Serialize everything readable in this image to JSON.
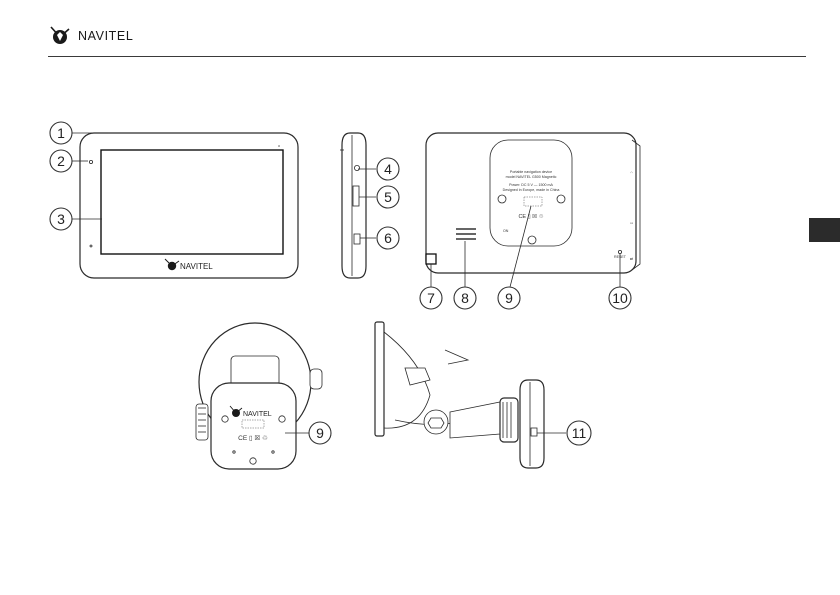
{
  "header": {
    "brand": "NAVITEL",
    "logo_icon": "navitel-logo-icon"
  },
  "device": {
    "screen_logo": "NAVITEL",
    "label_lines": [
      "Portable navigation device",
      "model NAVITEL G500 Magnetic",
      "Power: DC 5 V — 1500 mA",
      "Designed in Europe, made in China"
    ],
    "mount_logo": "NAVITEL"
  },
  "callouts": [
    "1",
    "2",
    "3",
    "4",
    "5",
    "6",
    "7",
    "8",
    "9",
    "10",
    "9",
    "11"
  ],
  "colors": {
    "line": "#2a2a2a",
    "side_tab": "#2b2b2b"
  }
}
